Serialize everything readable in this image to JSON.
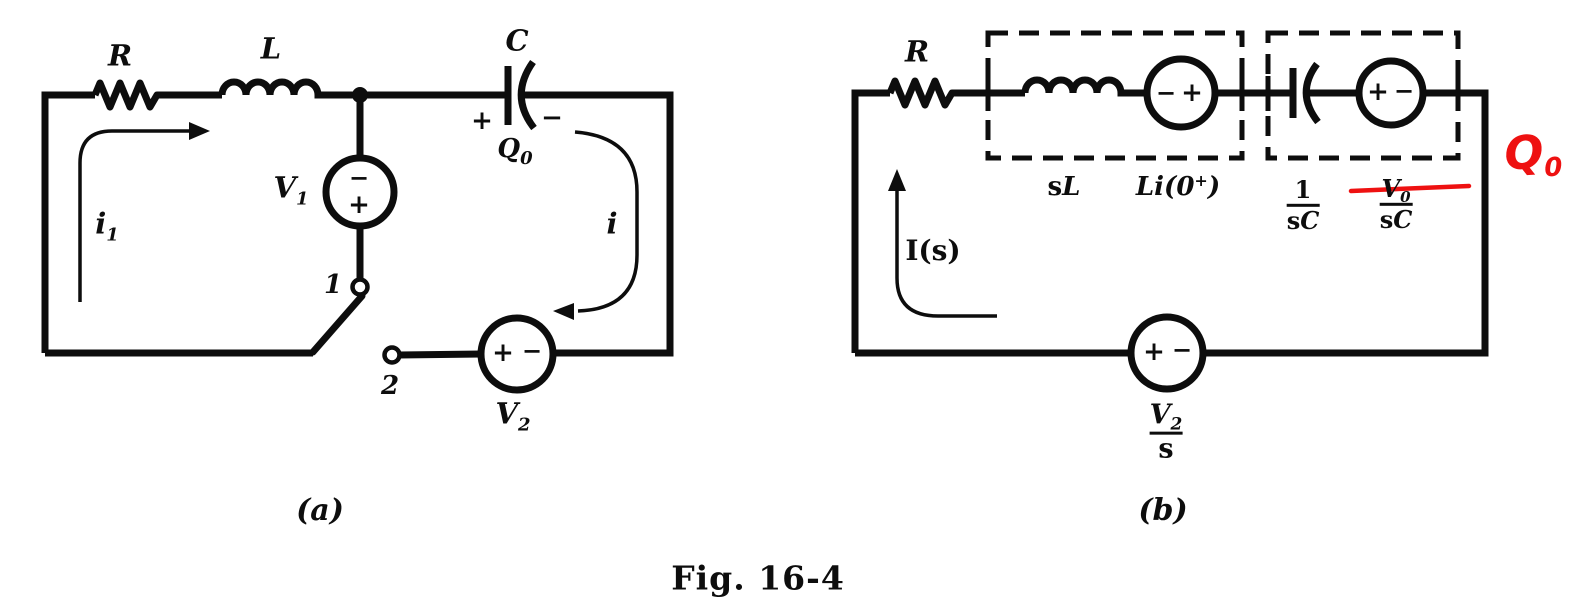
{
  "colors": {
    "ink": "#0d0d0d",
    "annotation_red": "#ee1111",
    "background": "#ffffff"
  },
  "figure_caption": "Fig. 16-4",
  "circuit_a": {
    "caption": "(a)",
    "resistor_label": "R",
    "inductor_label": "L",
    "capacitor_label": "C",
    "capacitor_plus": "+",
    "capacitor_minus": "−",
    "initial_charge": {
      "base": "Q",
      "sub": "0"
    },
    "v1": {
      "base": "V",
      "sub": "1",
      "sign_top": "−",
      "sign_bottom": "+"
    },
    "v2": {
      "base": "V",
      "sub": "2",
      "sign_left": "+",
      "sign_right": "−"
    },
    "switch_position_1": "1",
    "switch_position_2": "2",
    "current_i1": {
      "base": "i",
      "sub": "1"
    },
    "current_i": "i"
  },
  "circuit_b": {
    "caption": "(b)",
    "resistor_label": "R",
    "current_label": "I(s)",
    "inductor_impedance": {
      "s": "s",
      "L": "L"
    },
    "inductor_ic_source": {
      "base": "Li(0",
      "sup": "+",
      "close": ")",
      "sign_left": "−",
      "sign_right": "+"
    },
    "capacitor_impedance": {
      "num": "1",
      "den_s": "s",
      "den_C": "C"
    },
    "capacitor_ic_source": {
      "num_base": "V",
      "num_sub": "0",
      "den_s": "s",
      "den_C": "C",
      "sign_left": "+",
      "sign_right": "−"
    },
    "driving_source": {
      "num_base": "V",
      "num_sub": "2",
      "den": "s",
      "sign_left": "+",
      "sign_right": "−"
    },
    "red_annotation": {
      "base": "Q",
      "sub": "0"
    }
  }
}
